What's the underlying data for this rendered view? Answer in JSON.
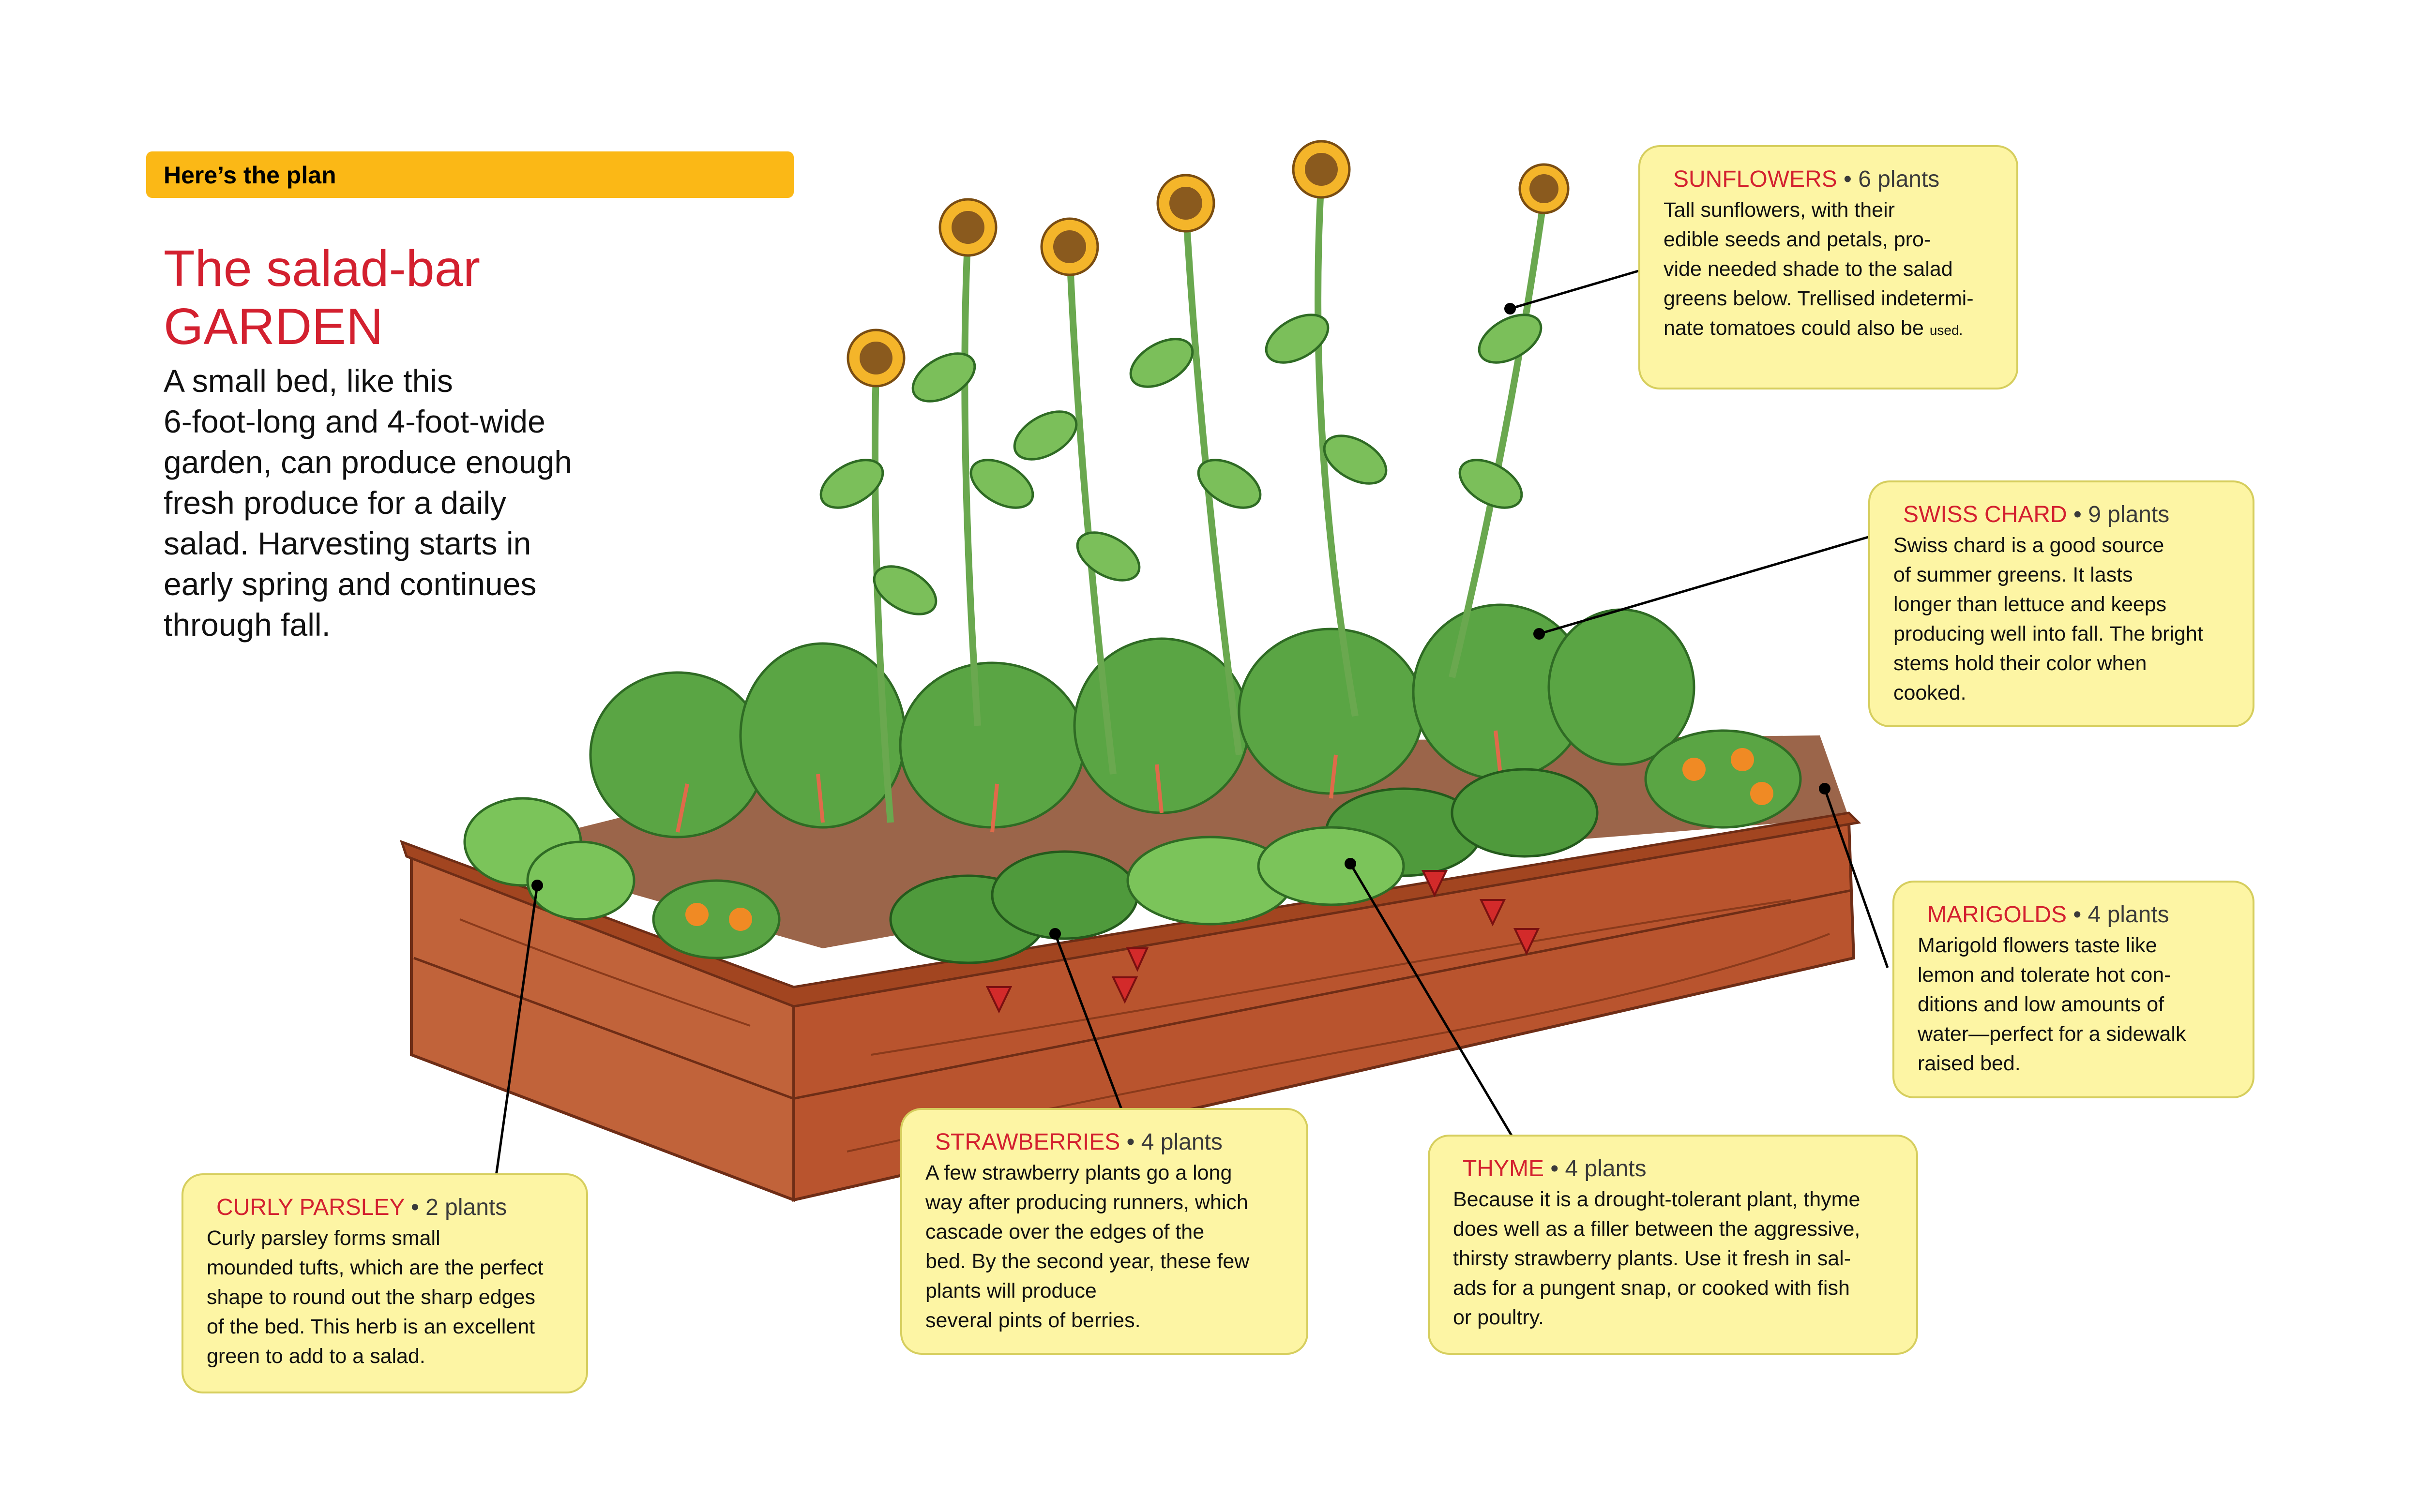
{
  "header": {
    "bar_label": "Here’s the plan"
  },
  "title": {
    "line1": "The salad-bar",
    "line2": "GARDEN"
  },
  "intro": {
    "lines": [
      "A small bed, like this",
      "6-foot-long and 4-foot-wide",
      "garden, can produce enough",
      "fresh produce for a daily",
      "salad. Harvesting starts in",
      "early spring and continues",
      "through fall."
    ]
  },
  "colors": {
    "accent_bar": "#fbb816",
    "title_red": "#d3202f",
    "callout_fill": "#fdf5a4",
    "callout_border": "#d6ce5e",
    "wood": "#b9542e",
    "foliage": "#4f9a3c"
  },
  "callouts": {
    "sunflowers": {
      "name": "SUNFLOWERS",
      "count": "• 6 plants",
      "lines": [
        "Tall sunflowers, with their",
        "edible seeds and petals, pro-",
        "vide needed shade to the salad",
        "greens below. Trellised indetermi-",
        "nate tomatoes could also be "
      ],
      "tail": "used."
    },
    "swiss_chard": {
      "name": "SWISS CHARD",
      "count": "• 9 plants",
      "lines": [
        "Swiss chard is a good source",
        "of summer greens. It lasts",
        "longer than lettuce and keeps",
        "producing well into fall. The bright",
        "stems hold their color when",
        " cooked."
      ]
    },
    "marigolds": {
      "name": "MARIGOLDS",
      "count": "• 4 plants",
      "lines": [
        "Marigold flowers taste like",
        "lemon and tolerate hot con-",
        "ditions and low amounts of",
        "water—perfect for a sidewalk",
        " raised bed."
      ]
    },
    "curly_parsley": {
      "name": "CURLY PARSLEY",
      "count": "• 2 plants",
      "lines": [
        "Curly parsley forms small",
        "mounded tufts, which are the perfect",
        "shape to round out the sharp edges",
        "of the bed. This herb is an excellent",
        " green to add to a salad."
      ]
    },
    "strawberries": {
      "name": "STRAWBERRIES",
      "count": "• 4 plants",
      "lines": [
        "A few strawberry plants go a long",
        "way after producing runners, which",
        "cascade over the edges of the",
        "bed. By the second year, these few",
        "plants will produce",
        "several pints of berries."
      ]
    },
    "thyme": {
      "name": "THYME",
      "count": "• 4 plants",
      "lines": [
        "Because it is a drought-tolerant plant, thyme",
        "does well as a filler between the aggressive,",
        "thirsty strawberry plants. Use it fresh in sal-",
        "ads for a pungent snap, or cooked with fish",
        "or poultry."
      ]
    }
  }
}
